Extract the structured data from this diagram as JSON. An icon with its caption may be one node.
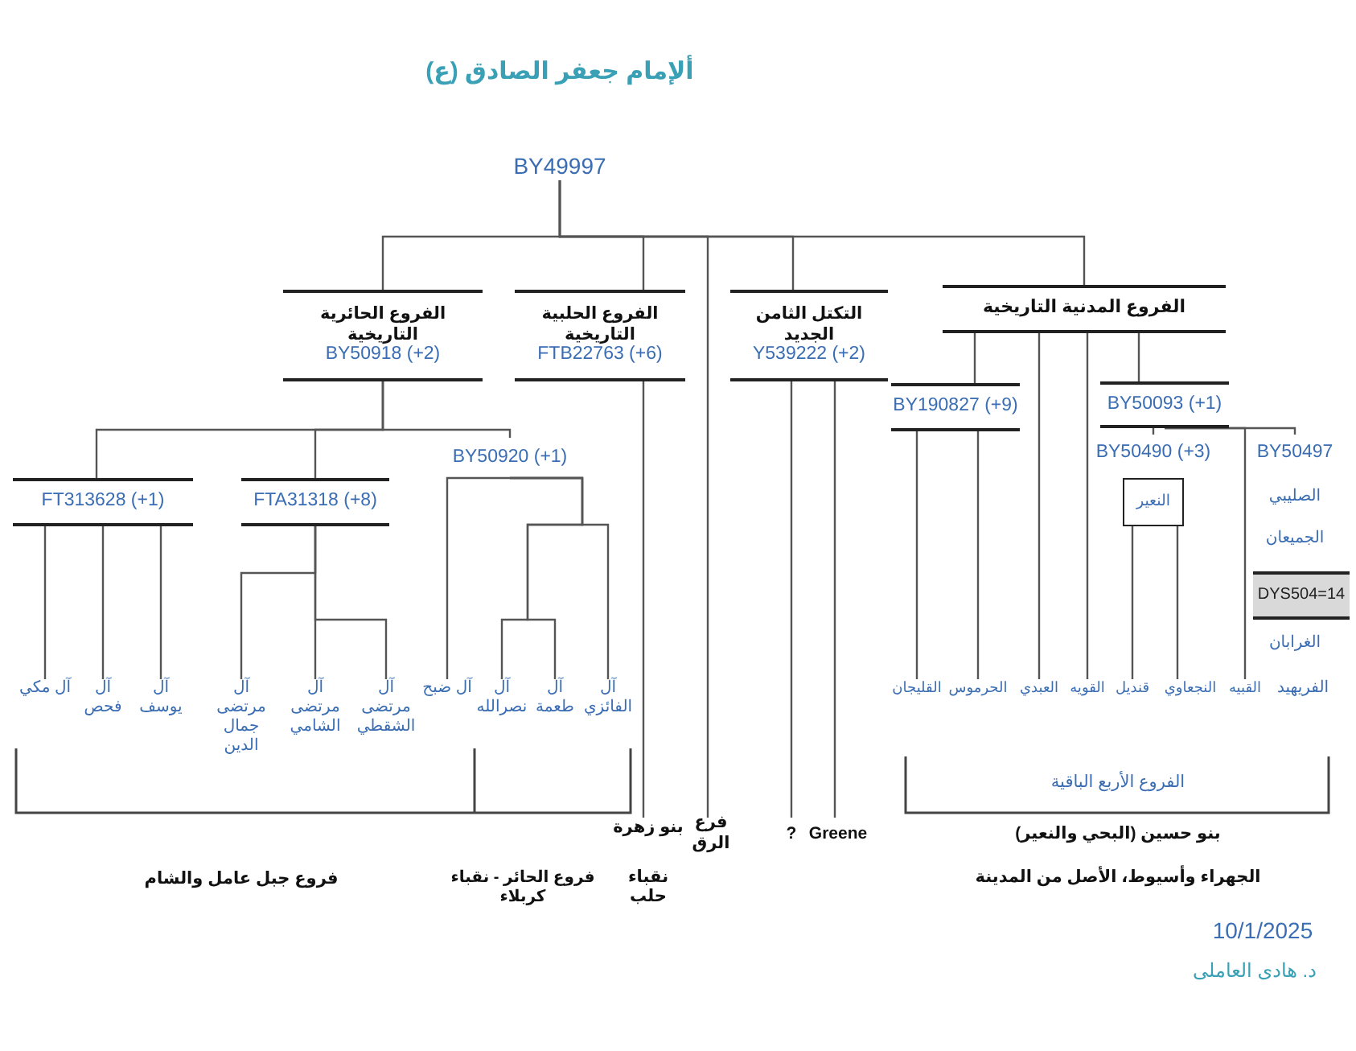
{
  "diagram": {
    "nodes": [
      {
        "text": [
          "ألإمام جعفر الصادق (ع)",
          "BY49997"
        ]
      },
      {
        "text": [
          "الفروع الحائرية التاريخية",
          "BY50918 (+2)"
        ]
      },
      {
        "text": [
          "الفروع الحلبية التاريخية",
          "FTB22763 (+6)"
        ]
      },
      {
        "text": [
          "التكتل الثامن الجديد",
          "Y539222 (+2)"
        ]
      },
      {
        "text": [
          "الفروع المدنية التاريخية"
        ]
      },
      {
        "text": [
          "FT313628 (+1)"
        ]
      },
      {
        "text": [
          "FTA31318 (+8)"
        ]
      },
      {
        "text": [
          "BY50920 (+1)"
        ]
      },
      {
        "text": [
          "BY190827 (+9)"
        ]
      },
      {
        "text": [
          "BY50093 (+1)"
        ]
      },
      {
        "text": [
          "BY50490 (+3)"
        ]
      },
      {
        "text": [
          "النعير"
        ]
      },
      {
        "text": [
          "BY50497"
        ]
      },
      {
        "text": [
          "DYS504=14"
        ]
      },
      {
        "text": [
          "آل مكي"
        ]
      },
      {
        "text": [
          "آل فحص"
        ]
      },
      {
        "text": [
          "آل يوسف"
        ]
      },
      {
        "text": [
          "آل مرتضى جمال الدين"
        ]
      },
      {
        "text": [
          "آل مرتضى الشامي"
        ]
      },
      {
        "text": [
          "آل مرتضى الشقطي"
        ]
      },
      {
        "text": [
          "آل ضبح"
        ]
      },
      {
        "text": [
          "آل نصرالله"
        ]
      },
      {
        "text": [
          "آل طعمة"
        ]
      },
      {
        "text": [
          "آل الفائزي"
        ]
      },
      {
        "text": [
          "القليجان"
        ]
      },
      {
        "text": [
          "الحرموس"
        ]
      },
      {
        "text": [
          "العبدي"
        ]
      },
      {
        "text": [
          "القويه"
        ]
      },
      {
        "text": [
          "قنديل"
        ]
      },
      {
        "text": [
          "النجعاوي"
        ]
      },
      {
        "text": [
          "القبيه"
        ]
      },
      {
        "text": [
          "بنو زهرة",
          "نقباء حلب"
        ]
      },
      {
        "text": [
          "فرع الرق"
        ]
      },
      {
        "text": [
          "?"
        ]
      },
      {
        "text": [
          "Greene"
        ]
      }
    ],
    "edges": [
      {
        "from": 0,
        "to": 1,
        "arrow": "none"
      },
      {
        "from": 0,
        "to": 2,
        "arrow": "none"
      },
      {
        "from": 0,
        "to": 32,
        "arrow": "none"
      },
      {
        "from": 0,
        "to": 3,
        "arrow": "none"
      },
      {
        "from": 0,
        "to": 4,
        "arrow": "none"
      },
      {
        "from": 1,
        "to": 5,
        "arrow": "none"
      },
      {
        "from": 1,
        "to": 6,
        "arrow": "none"
      },
      {
        "from": 1,
        "to": 7,
        "arrow": "none"
      },
      {
        "from": 5,
        "to": 14,
        "arrow": "none"
      },
      {
        "from": 5,
        "to": 15,
        "arrow": "none"
      },
      {
        "from": 5,
        "to": 16,
        "arrow": "none"
      },
      {
        "from": 6,
        "to": 17,
        "arrow": "none"
      },
      {
        "from": 6,
        "to": 18,
        "arrow": "none"
      },
      {
        "from": 6,
        "to": 19,
        "arrow": "none"
      },
      {
        "from": 7,
        "to": 20,
        "arrow": "none"
      },
      {
        "from": 7,
        "to": 21,
        "arrow": "none"
      },
      {
        "from": 7,
        "to": 22,
        "arrow": "none"
      },
      {
        "from": 7,
        "to": 23,
        "arrow": "none"
      },
      {
        "from": 2,
        "to": 31,
        "arrow": "none"
      },
      {
        "from": 3,
        "to": 33,
        "arrow": "none"
      },
      {
        "from": 3,
        "to": 34,
        "arrow": "none"
      },
      {
        "from": 4,
        "to": 8,
        "arrow": "none"
      },
      {
        "from": 4,
        "to": 26,
        "arrow": "none"
      },
      {
        "from": 4,
        "to": 27,
        "arrow": "none"
      },
      {
        "from": 4,
        "to": 9,
        "arrow": "none"
      },
      {
        "from": 8,
        "to": 24,
        "arrow": "none"
      },
      {
        "from": 8,
        "to": 25,
        "arrow": "none"
      },
      {
        "from": 9,
        "to": 10,
        "arrow": "none"
      },
      {
        "from": 9,
        "to": 30,
        "arrow": "none"
      },
      {
        "from": 9,
        "to": 12,
        "arrow": "none"
      },
      {
        "from": 11,
        "to": 28,
        "arrow": "none"
      },
      {
        "from": 11,
        "to": 29,
        "arrow": "none"
      }
    ],
    "labels": [
      "الصليبي",
      "الجميعان",
      "الغرابان",
      "الفريهيد",
      "فروع جبل عامل والشام",
      "فروع الحائر - نقباء كربلاء",
      "الفروع الأربع الباقية",
      "بنو حسين (البحي والنعير)",
      "الجهراء وأسيوط، الأصل من المدينة",
      "10/1/2025",
      "د. هادى العاملى"
    ]
  }
}
